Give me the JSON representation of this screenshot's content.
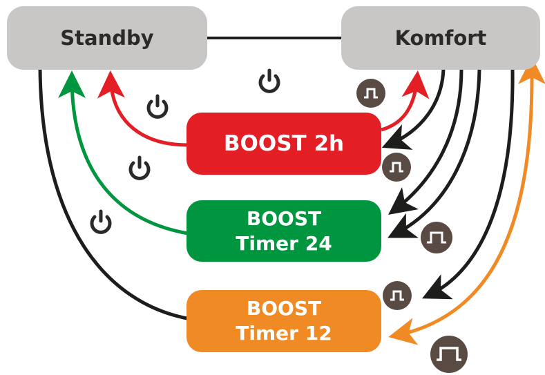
{
  "states": {
    "standby": "Standby",
    "komfort": "Komfort"
  },
  "boost": {
    "two_hour": "BOOST 2h",
    "timer24": [
      "BOOST",
      "Timer 24"
    ],
    "timer12": [
      "BOOST",
      "Timer 12"
    ]
  },
  "colors": {
    "state_bg": "#c9c7c6",
    "state_text": "#2b2a29",
    "boost_2h": "#e31e24",
    "boost_24": "#00963f",
    "boost_12": "#f08a24",
    "line_black": "#1d1d1b",
    "pulse_badge": "#5a4a44"
  },
  "icons": {
    "power": "power-icon",
    "short_pulse": "short-pulse-icon",
    "long_pulse": "long-pulse-icon"
  }
}
